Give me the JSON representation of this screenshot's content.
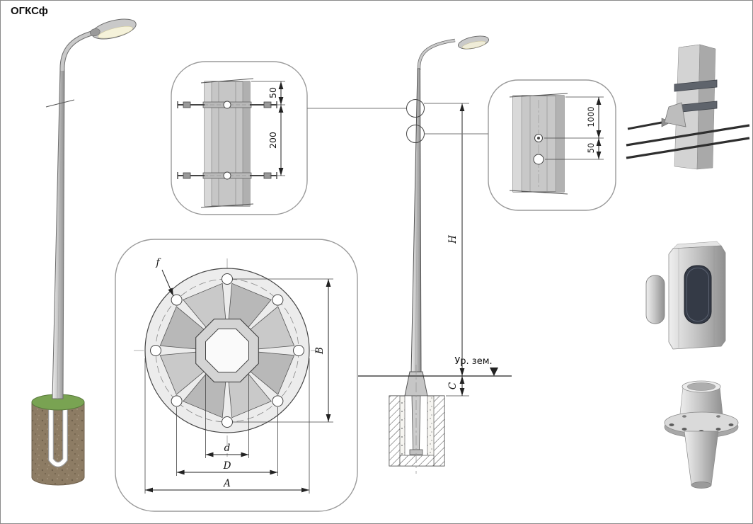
{
  "title": "ОГКСф",
  "clamp_detail": {
    "dim_edge": "50",
    "dim_spacing": "200"
  },
  "flange_detail": {
    "hole_label": "f",
    "dim_across": "B",
    "dim_inner": "d",
    "dim_bolt_circle": "D",
    "dim_outer": "A"
  },
  "elevation": {
    "dim_height": "H",
    "dim_depth": "C",
    "ground_label": "Ур. зем."
  },
  "hole_detail": {
    "dim_top": "1000",
    "dim_spacing": "50"
  },
  "colors": {
    "outline": "#444444",
    "metal_light": "#d9d9d9",
    "metal_mid": "#c0c0c0",
    "metal_dark": "#8f8f8f",
    "grass": "#79a352",
    "soil": "#8d7c64",
    "cable": "#2e2e2e",
    "background": "#ffffff"
  }
}
